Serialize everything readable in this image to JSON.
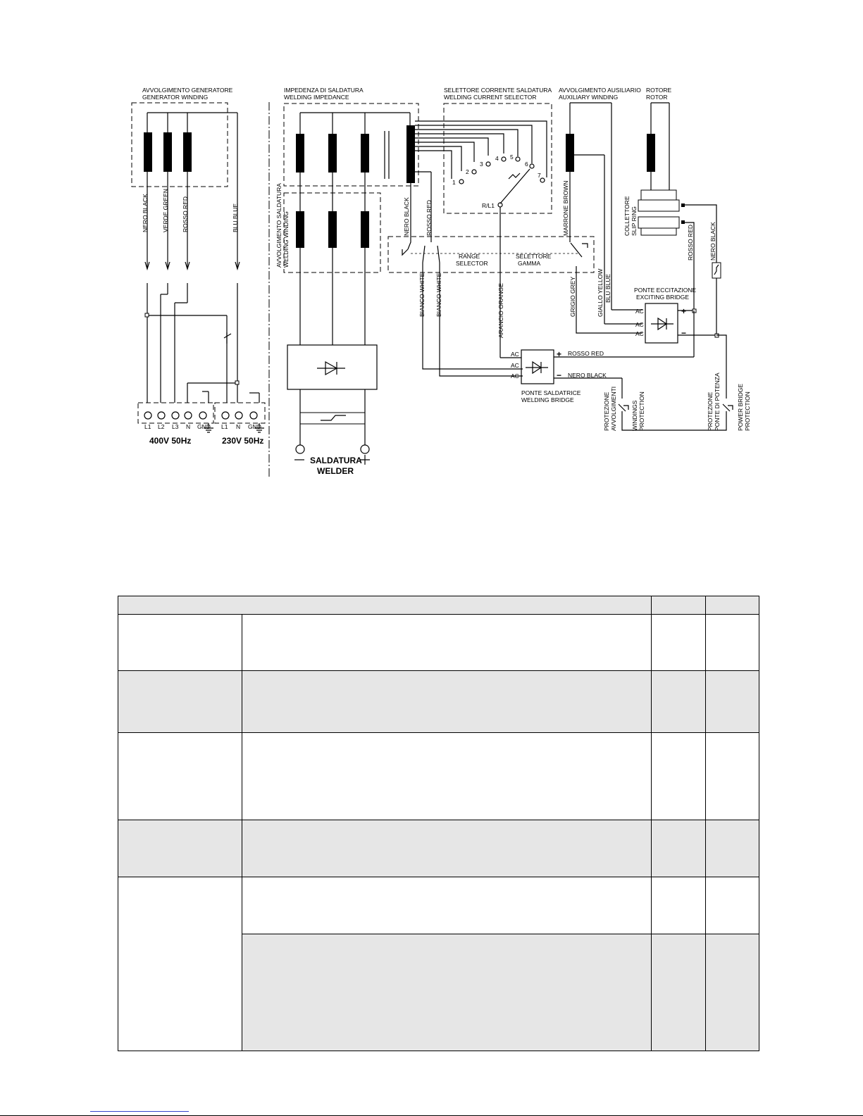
{
  "diagram": {
    "sections": {
      "generator_winding": [
        "AVVOLGIMENTO GENERATORE",
        "GENERATOR WINDING"
      ],
      "welding_impedance": [
        "IMPEDENZA DI SALDATURA",
        "WELDING IMPEDANCE"
      ],
      "current_selector": [
        "SELETTORE CORRENTE SALDATURA",
        "WELDING CURRENT SELECTOR"
      ],
      "auxiliary_winding": [
        "AVVOLGIMENTO AUSILIARIO",
        "AUXILIARY WINDING"
      ],
      "rotor": [
        "ROTORE",
        "ROTOR"
      ],
      "welding_winding": [
        "AVVOLGIMENTO SALDATURA",
        "WELDING WINDING"
      ],
      "slip_ring": [
        "COLLETTORE",
        "SLIP RING"
      ],
      "exciting_bridge": [
        "PONTE ECCITAZIONE",
        "EXCITING BRIDGE"
      ],
      "welding_bridge": [
        "PONTE SALDATRICE",
        "WELDING BRIDGE"
      ],
      "range_selector": [
        "RANGE",
        "SELECTOR"
      ],
      "selettore_gamma": [
        "SELETTORE",
        "GAMMA"
      ],
      "windings_protection_it": [
        "PROTEZIONE",
        "AVVOLGIMENTI"
      ],
      "windings_protection_en": [
        "WINDINGS",
        "PROTECTION"
      ],
      "power_bridge_protection_it": [
        "PROTEZIONE",
        "PONTE DI POTENZA"
      ],
      "power_bridge_protection_en": [
        "POWER BRIDGE",
        "PROTECTION"
      ]
    },
    "wires": {
      "nero_black": "NERO BLACK",
      "verde_green": "VERDE GREEN",
      "rosso_red": "ROSSO RED",
      "blu_blue": "BLU BLUE",
      "bianco_white": "BIANCO WHITE",
      "arancio_orange": "ARANCIO ORANGE",
      "marrone_brown": "MARRONE BROWN",
      "grigio_grey": "GRIGIO GREY",
      "giallo_yellow": "GIALLO YELLOW"
    },
    "terminals_400v": [
      "L1",
      "L2",
      "L3",
      "N",
      "GND"
    ],
    "terminals_230v": [
      "L1",
      "N",
      "GND"
    ],
    "voltage_400": "400V 50Hz",
    "voltage_230": "230V 50Hz",
    "welder": [
      "SALDATURA",
      "WELDER"
    ],
    "selector_positions": [
      "1",
      "2",
      "3",
      "4",
      "5",
      "6",
      "7"
    ],
    "selector_common": "R/L1",
    "ac": "AC",
    "plus": "+",
    "minus": "−"
  },
  "table": {
    "header": [
      "",
      "",
      ""
    ],
    "rows": [
      {
        "cells": [
          "",
          "",
          "",
          ""
        ]
      },
      {
        "cells": [
          "",
          "",
          "",
          ""
        ]
      },
      {
        "cells": [
          "",
          "",
          "",
          ""
        ]
      },
      {
        "cells": [
          "",
          "",
          "",
          ""
        ]
      },
      {
        "cells": [
          "",
          "",
          "",
          ""
        ]
      },
      {
        "cells": [
          "",
          "",
          ""
        ]
      }
    ]
  }
}
